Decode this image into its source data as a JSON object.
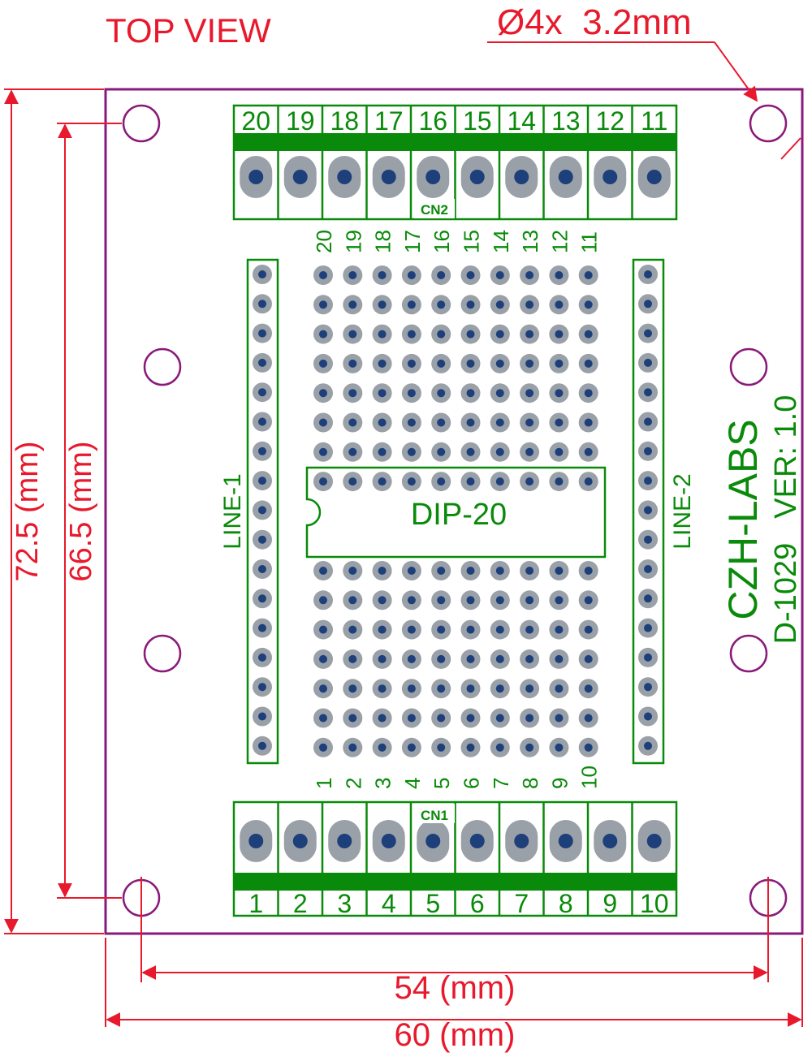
{
  "view_label": "TOP VIEW",
  "hole_spec": "Ø4x  3.2mm",
  "dims": {
    "height_outer": "72.5 (mm)",
    "height_inner": "66.5 (mm)",
    "width_inner": "54 (mm)",
    "width_outer": "60 (mm)"
  },
  "connectors": {
    "top_name": "CN2",
    "bottom_name": "CN1",
    "top_pins": [
      "20",
      "19",
      "18",
      "17",
      "16",
      "15",
      "14",
      "13",
      "12",
      "11"
    ],
    "bottom_pins": [
      "1",
      "2",
      "3",
      "4",
      "5",
      "6",
      "7",
      "8",
      "9",
      "10"
    ]
  },
  "chip": {
    "label": "DIP-20"
  },
  "lines": {
    "left": "LINE-1",
    "right": "LINE-2"
  },
  "branding": {
    "brand": "CZH-LABS",
    "model": "D-1029",
    "version": "VER: 1.0"
  },
  "colors": {
    "dimension": "#e8192c",
    "silkscreen": "#0a8a0a",
    "board_outline": "#8a1a7a",
    "pad_outer": "#9aa0a8",
    "pad_inner": "#1d3f7a"
  }
}
